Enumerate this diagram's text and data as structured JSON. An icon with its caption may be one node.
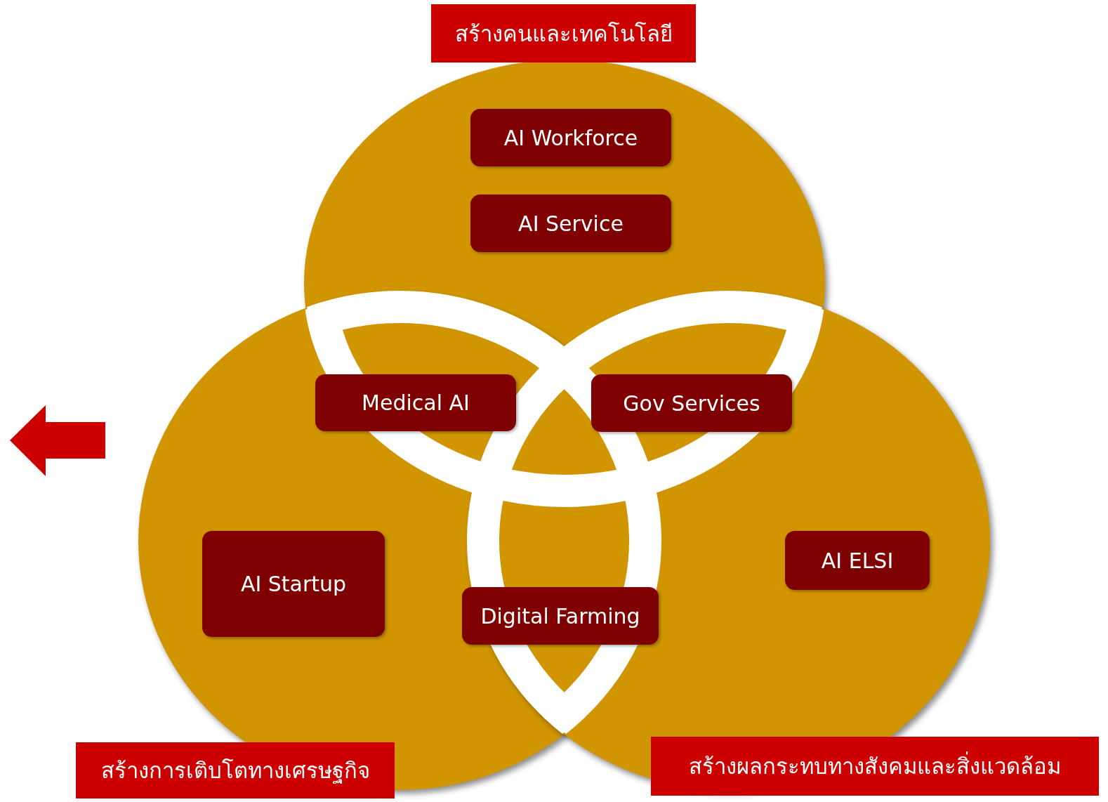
{
  "diagram": {
    "nodes": [
      {
        "text": [
          "สร้างคนและเทคโนโลยี"
        ]
      },
      {
        "text": [
          "AI Workforce"
        ]
      },
      {
        "text": [
          "AI Service"
        ]
      },
      {
        "text": [
          "Medical AI"
        ]
      },
      {
        "text": [
          "Gov Services"
        ]
      },
      {
        "text": [
          "AI Startup"
        ]
      },
      {
        "text": [
          "Digital Farming"
        ]
      },
      {
        "text": [
          "AI ELSI"
        ]
      },
      {
        "text": [
          "สร้างการเติบโตทางเศรษฐกิจ"
        ]
      },
      {
        "text": [
          "สร้างผลกระทบทางสังคมและสิ่งแวดล้อม"
        ]
      }
    ]
  }
}
